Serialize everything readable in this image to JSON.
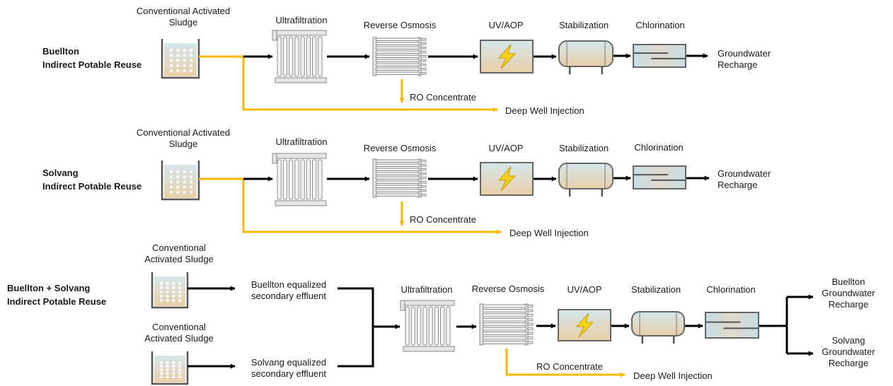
{
  "rows": [
    {
      "title": "Buellton\nIndirect Potable Reuse",
      "stages": [
        "Conventional Activated\nSludge",
        "Ultrafiltration",
        "Reverse Osmosis",
        "UV/AOP",
        "Stabilization",
        "Chlorination"
      ],
      "output": "Groundwater\nRecharge",
      "concentrate": "RO Concentrate",
      "disposal": "Deep Well Injection"
    },
    {
      "title": "Solvang\nIndirect Potable Reuse",
      "stages": [
        "Conventional Activated\nSludge",
        "Ultrafiltration",
        "Reverse Osmosis",
        "UV/AOP",
        "Stabilization",
        "Chlorination"
      ],
      "output": "Groundwater\nRecharge",
      "concentrate": "RO Concentrate",
      "disposal": "Deep Well Injection"
    },
    {
      "title": "Buellton + Solvang\nIndirect Potable Reuse",
      "sources": [
        "Conventional\nActivated Sludge",
        "Conventional\nActivated Sludge"
      ],
      "effluents": [
        "Buellton equalized\nsecondary effluent",
        "Solvang equalized\nsecondary effluent"
      ],
      "stages": [
        "Ultrafiltration",
        "Reverse Osmosis",
        "UV/AOP",
        "Stabilization",
        "Chlorination"
      ],
      "outputs": [
        "Buellton\nGroundwater\nRecharge",
        "Solvang\nGroundwater\nRecharge"
      ],
      "concentrate": "RO Concentrate",
      "disposal": "Deep Well Injection"
    }
  ],
  "colors": {
    "concentrate_line": "#f5b800",
    "flow_line": "#000000",
    "lightning": "#f5d21b"
  }
}
